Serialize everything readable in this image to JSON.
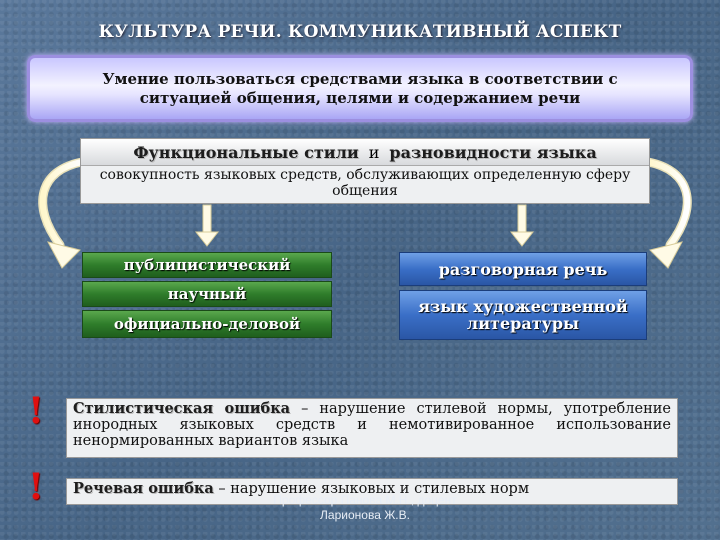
{
  "title": "КУЛЬТУРА РЕЧИ. КОММУНИКАТИВНЫЙ АСПЕКТ",
  "definition": "Умение пользоваться средствами языка в соответствии с ситуацией общения, целями и содержанием речи",
  "styles": {
    "left": "Функциональные стили",
    "connector": "и",
    "right": "разновидности языка",
    "description": "совокупность языковых средств, обслуживающих определенную сферу общения"
  },
  "functional_styles": [
    "публицистический",
    "научный",
    "официально-деловой"
  ],
  "language_varieties": [
    "разговорная речь",
    "язык художественной литературы"
  ],
  "errors": {
    "mark": "!",
    "stylistic_term": "Стилистическая ошибка",
    "stylistic_text": " – нарушение стилевой нормы, употребление инородных языковых средств и немотивированное использование ненормированных вариантов языка",
    "speech_term": "Речевая ошибка",
    "speech_text": " – нарушение языковых и стилевых норм"
  },
  "footer": {
    "line1": "Профессор Панова М.Н., доцент",
    "line2": "Ларионова Ж.В."
  },
  "colors": {
    "accent_green": "#2f7d2b",
    "accent_blue": "#3a6fc7",
    "exclaim": "#e01010"
  }
}
